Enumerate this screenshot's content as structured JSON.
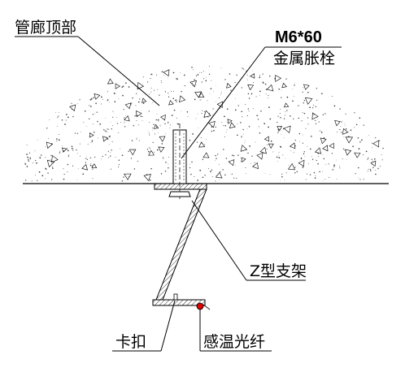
{
  "labels": {
    "pipe_gallery_top": "管廊顶部",
    "bolt_spec": "M6*60",
    "bolt_name": "金属胀栓",
    "bracket": "Z型支架",
    "clip": "卡扣",
    "sensor": "感温光纤"
  },
  "colors": {
    "line": "#000000",
    "sensor_dot": "#e00000"
  }
}
